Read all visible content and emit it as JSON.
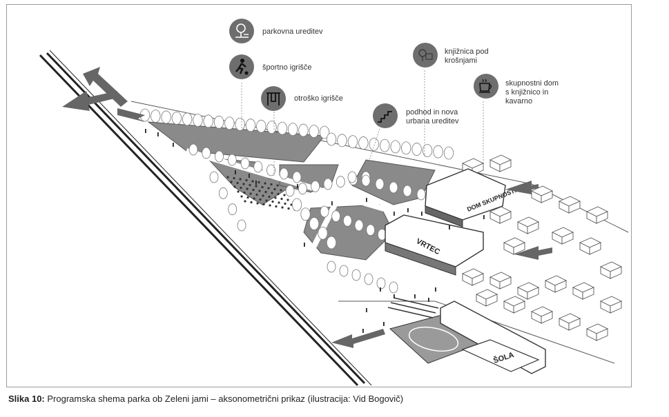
{
  "legend": {
    "items": [
      {
        "id": "park",
        "label_lines": [
          "parkovna ureditev"
        ],
        "icon": "tree-bench-icon"
      },
      {
        "id": "sport",
        "label_lines": [
          "športno igrišče"
        ],
        "icon": "football-player-icon"
      },
      {
        "id": "playground",
        "label_lines": [
          "otroško igrišče"
        ],
        "icon": "swing-icon"
      },
      {
        "id": "underpass",
        "label_lines": [
          "podhod in nova",
          "urbana ureditev"
        ],
        "icon": "stairs-icon"
      },
      {
        "id": "library",
        "label_lines": [
          "knjižnica pod",
          "krošnjami"
        ],
        "icon": "tree-book-icon"
      },
      {
        "id": "community",
        "label_lines": [
          "skupnostni dom",
          "s knjižnico in",
          "kavarno"
        ],
        "icon": "coffee-cup-icon"
      }
    ]
  },
  "buildings": {
    "dom_skupnosti": "DOM SKUPNOSTI",
    "vrtec": "VRTEC",
    "sola": "ŠOLA"
  },
  "caption": {
    "prefix": "Slika 10:",
    "text": " Programska shema parka ob Zeleni jami – aksonometrični prikaz (ilustracija: Vid Bogovič)"
  },
  "colors": {
    "badge": "#6e6e6e",
    "park_fill": "#8a8a8a",
    "frame": "#9a9a9a"
  }
}
